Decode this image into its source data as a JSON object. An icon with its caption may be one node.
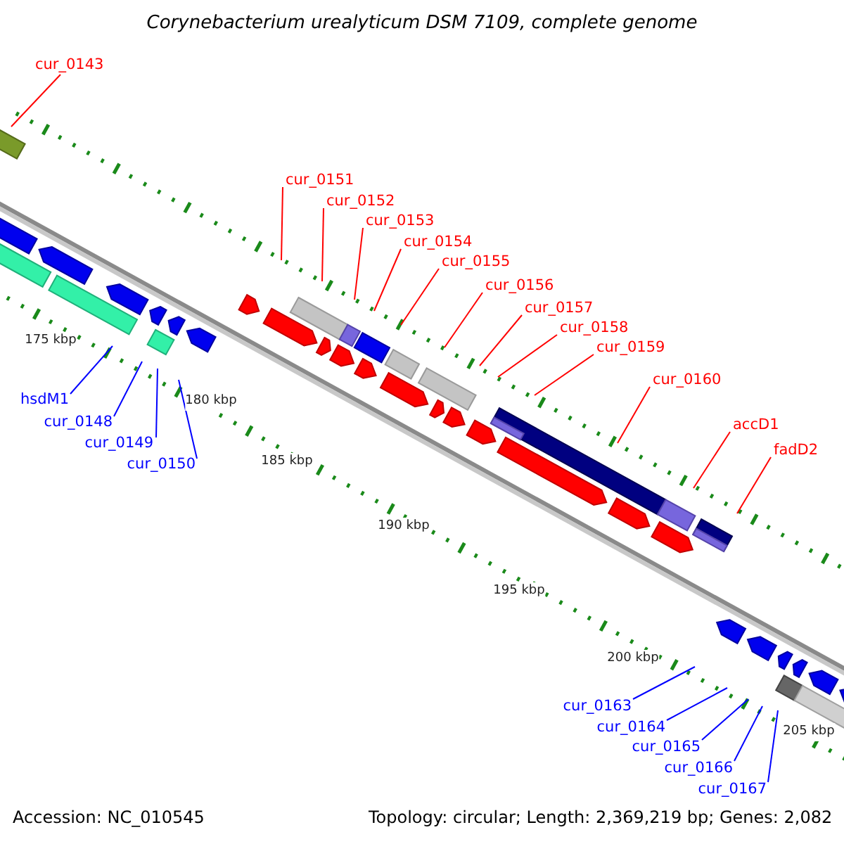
{
  "diagram": {
    "title": "Corynebacterium urealyticum DSM 7109, complete genome",
    "nodes": [
      {
        "text": [
          "cur_0143"
        ]
      },
      {
        "text": [
          "cur_0151"
        ]
      },
      {
        "text": [
          "cur_0152"
        ]
      },
      {
        "text": [
          "cur_0153"
        ]
      },
      {
        "text": [
          "cur_0154"
        ]
      },
      {
        "text": [
          "cur_0155"
        ]
      },
      {
        "text": [
          "cur_0156"
        ]
      },
      {
        "text": [
          "cur_0157"
        ]
      },
      {
        "text": [
          "cur_0158"
        ]
      },
      {
        "text": [
          "cur_0159"
        ]
      },
      {
        "text": [
          "cur_0160"
        ]
      },
      {
        "text": [
          "accD1"
        ]
      },
      {
        "text": [
          "fadD2"
        ]
      },
      {
        "text": [
          "hsdM1"
        ]
      },
      {
        "text": [
          "cur_0148"
        ]
      },
      {
        "text": [
          "cur_0149"
        ]
      },
      {
        "text": [
          "cur_0150"
        ]
      },
      {
        "text": [
          "cur_0163"
        ]
      },
      {
        "text": [
          "cur_0164"
        ]
      },
      {
        "text": [
          "cur_0165"
        ]
      },
      {
        "text": [
          "cur_0166"
        ]
      },
      {
        "text": [
          "cur_0167"
        ]
      }
    ],
    "edges": [
      {
        "from": 0,
        "to": null,
        "arrow": "none"
      },
      {
        "from": 1,
        "to": null,
        "arrow": "none"
      },
      {
        "from": 2,
        "to": null,
        "arrow": "none"
      },
      {
        "from": 3,
        "to": null,
        "arrow": "none"
      },
      {
        "from": 4,
        "to": null,
        "arrow": "none"
      },
      {
        "from": 5,
        "to": null,
        "arrow": "none"
      },
      {
        "from": 6,
        "to": null,
        "arrow": "none"
      },
      {
        "from": 7,
        "to": null,
        "arrow": "none"
      },
      {
        "from": 8,
        "to": null,
        "arrow": "none"
      },
      {
        "from": 9,
        "to": null,
        "arrow": "none"
      },
      {
        "from": 10,
        "to": null,
        "arrow": "none"
      },
      {
        "from": 11,
        "to": null,
        "arrow": "none"
      },
      {
        "from": 12,
        "to": null,
        "arrow": "none"
      },
      {
        "from": 13,
        "to": null,
        "arrow": "none",
        "color": "#0000ff"
      },
      {
        "from": 14,
        "to": null,
        "arrow": "none",
        "color": "#0000ff"
      },
      {
        "from": 15,
        "to": null,
        "arrow": "none",
        "color": "#0000ff"
      },
      {
        "from": 16,
        "to": null,
        "arrow": "none",
        "color": "#0000ff"
      },
      {
        "from": 17,
        "to": null,
        "arrow": "none",
        "color": "#0000ff"
      },
      {
        "from": 18,
        "to": null,
        "arrow": "none",
        "color": "#0000ff"
      },
      {
        "from": 19,
        "to": null,
        "arrow": "none",
        "color": "#0000ff"
      },
      {
        "from": 20,
        "to": null,
        "arrow": "none",
        "color": "#0000ff"
      },
      {
        "from": 21,
        "to": null,
        "arrow": "none",
        "color": "#0000ff"
      }
    ],
    "labels": [
      "175 kbp",
      "180 kbp",
      "185 kbp",
      "190 kbp",
      "195 kbp",
      "200 kbp",
      "205 kbp",
      "Accession: NC_010545",
      "Topology: circular; Length: 2,369,219 bp; Genes: 2,082"
    ]
  }
}
